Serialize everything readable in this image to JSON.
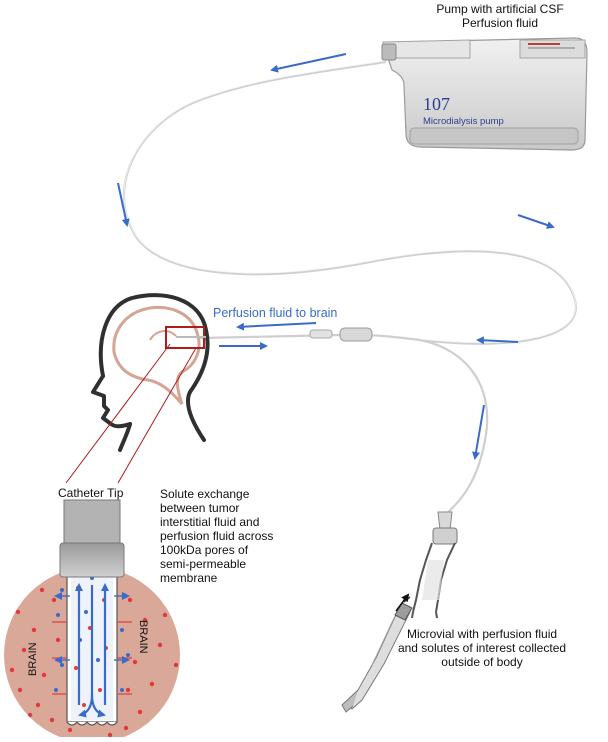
{
  "pump": {
    "caption_line1": "Pump with artificial CSF",
    "caption_line2": "Perfusion fluid",
    "model_number": "107",
    "device_name": "Microdialysis pump"
  },
  "flow_label": "Perfusion fluid to brain",
  "catheter_tip_label": "Catheter Tip",
  "solute_exchange": {
    "line1": "Solute exchange",
    "line2": "between tumor",
    "line3": "interstitial fluid and",
    "line4": "perfusion fluid across",
    "line5": "100kDa pores of",
    "line6": "semi-permeable",
    "line7": "membrane"
  },
  "brain_label_left": "BRAIN",
  "brain_label_right": "BRAIN",
  "microvial": {
    "line1": "Microvial with perfusion fluid",
    "line2": "and solutes of interest collected",
    "line3": "outside of body"
  },
  "colors": {
    "arrow_blue": "#3a6bc9",
    "tissue": "#d9a898",
    "solute_dot_red": "#e03a3a",
    "solute_dot_blue": "#3a6bc9",
    "highlight_box": "#b01b1b",
    "brain_outline": "#d4a595"
  }
}
